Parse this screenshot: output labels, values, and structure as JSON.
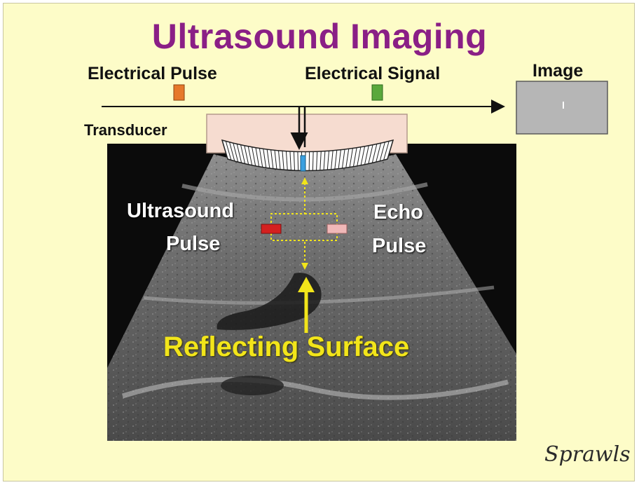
{
  "title": "Ultrasound Imaging",
  "labels": {
    "electrical_pulse": "Electrical Pulse",
    "electrical_signal": "Electrical Signal",
    "image": "Image",
    "transducer": "Transducer",
    "ultrasound_pulse_line1": "Ultrasound",
    "ultrasound_pulse_line2": "Pulse",
    "echo_pulse_line1": "Echo",
    "echo_pulse_line2": "Pulse",
    "reflecting_surface": "Reflecting Surface"
  },
  "signature": "Sprawls",
  "colors": {
    "background": "#fdfcc8",
    "title": "#8a1f86",
    "electrical_pulse_marker": "#e6782a",
    "electrical_signal_marker": "#5aa83c",
    "ultrasound_pulse_marker": "#d42020",
    "echo_pulse_marker": "#f0b8b8",
    "active_element": "#3aa0e0",
    "reflecting_arrow": "#f2e51a"
  }
}
